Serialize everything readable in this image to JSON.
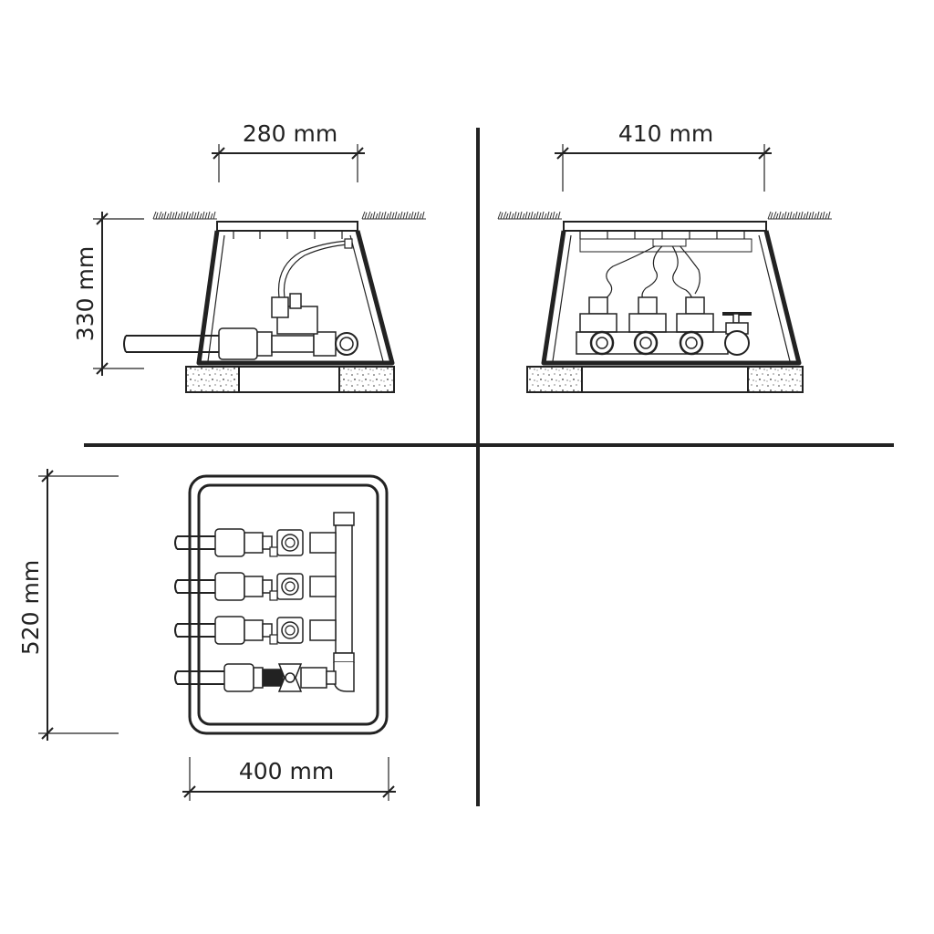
{
  "dimensions": {
    "side_width": "280 mm",
    "side_height": "330 mm",
    "front_width": "410 mm",
    "top_height": "520 mm",
    "top_width": "400 mm"
  },
  "views": {
    "side": {
      "valve_count": 1,
      "parts": [
        "box-shell",
        "lid",
        "pipe",
        "solenoid-valve",
        "concrete-base",
        "grass"
      ]
    },
    "front": {
      "valve_count": 3,
      "ball_valve_count": 1,
      "parts": [
        "box-shell",
        "lid",
        "valves",
        "ball-valve",
        "wires",
        "concrete-base",
        "grass"
      ]
    },
    "top": {
      "valve_count": 3,
      "ball_valve_count": 1,
      "parts": [
        "box-outline",
        "pipes",
        "valves",
        "ball-valve",
        "manifold"
      ]
    }
  },
  "colors": {
    "line": "#222222",
    "background": "#ffffff"
  }
}
